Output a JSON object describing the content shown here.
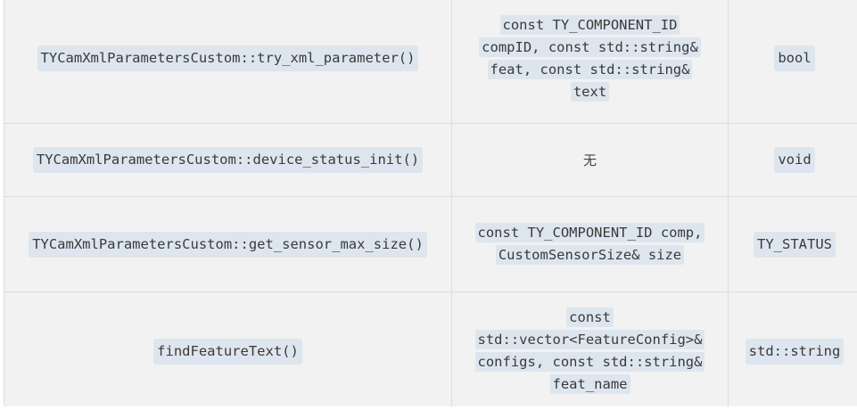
{
  "table": {
    "rows": [
      {
        "function": "TYCamXmlParametersCustom::try_xml_parameter()",
        "params_lines": [
          "const TY_COMPONENT_ID",
          "compID, const std::string&",
          "feat, const std::string&",
          "text"
        ],
        "return": "bool"
      },
      {
        "function": "TYCamXmlParametersCustom::device_status_init()",
        "params_plain": "无",
        "return": "void"
      },
      {
        "function": "TYCamXmlParametersCustom::get_sensor_max_size()",
        "params_lines": [
          "const TY_COMPONENT_ID comp,",
          "CustomSensorSize& size"
        ],
        "return": "TY_STATUS"
      },
      {
        "function": "findFeatureText()",
        "params_lines": [
          "const",
          "std::vector<FeatureConfig>&",
          "configs, const std::string&",
          "feat_name"
        ],
        "return": "std::string"
      }
    ]
  }
}
